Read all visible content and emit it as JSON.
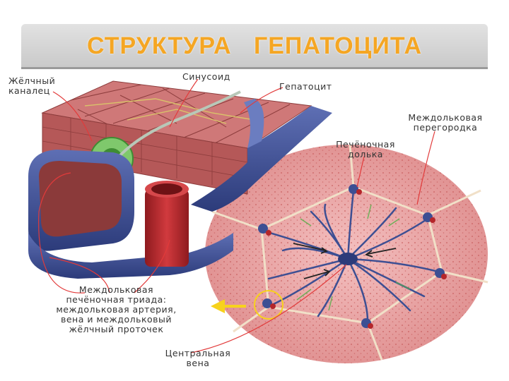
{
  "title": "СТРУКТУРА   ГЕПАТОЦИТА",
  "labels": {
    "bile_canaliculus": "Жёлчный\nканалец",
    "sinusoid": "Синусоид",
    "hepatocyte": "Гепатоцит",
    "interlobular_septum": "Междольковая\nперегородка",
    "hepatic_lobule": "Печёночная\nдолька",
    "portal_triad": "Междольковая\nпечёночная триада:\nмеждольковая артерия,\nвена и междольковый\nжёлчный проточек",
    "central_vein": "Центральная\nвена"
  },
  "colors": {
    "title": "#f5a623",
    "hepatocyte": "#c96a6a",
    "vein": "#3d4f93",
    "artery": "#b5262a",
    "bile": "#4aa83c",
    "lobule": "#e8a3a3",
    "arrow": "#f7d21c"
  }
}
